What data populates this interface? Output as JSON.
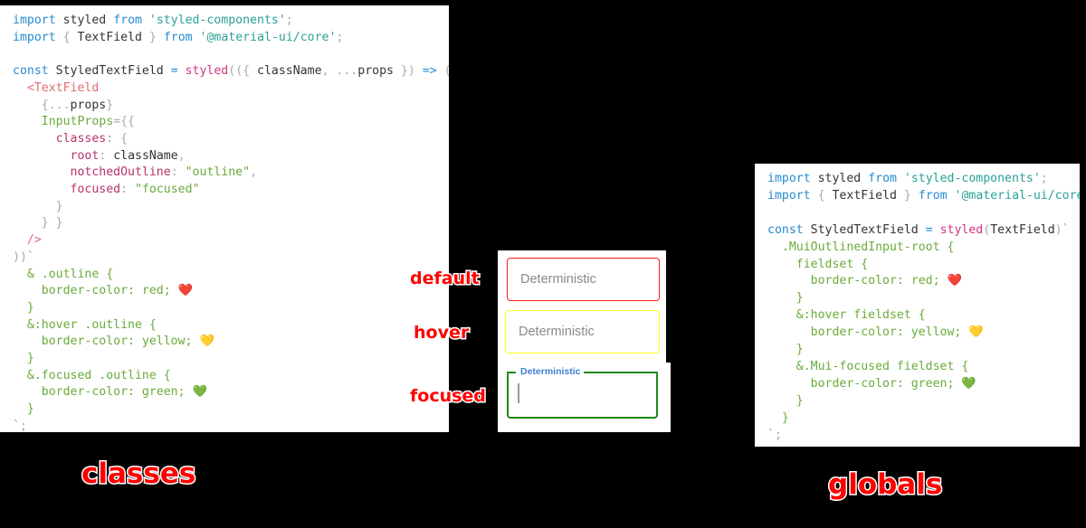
{
  "background_color": "#000000",
  "panels": {
    "classes": {
      "title": "classes",
      "code": "import styled from 'styled-components';\nimport { TextField } from '@material-ui/core';\n\nconst StyledTextField = styled(({ className, ...props }) => (\n  <TextField\n    {...props}\n    InputProps={{\n      classes: {\n        root: className,\n        notchedOutline: \"outline\",\n        focused: \"focused\"\n      }\n    } }\n  />\n))`\n  & .outline {\n    border-color: red; ❤️\n  }\n  &:hover .outline {\n    border-color: yellow; 💛\n  }\n  &.focused .outline {\n    border-color: green; 💚\n  }\n`;"
    },
    "globals": {
      "title": "globals",
      "code": "import styled from 'styled-components';\nimport { TextField } from '@material-ui/core';\n\nconst StyledTextField = styled(TextField)`\n  .MuiOutlinedInput-root {\n    fieldset {\n      border-color: red; ❤️\n    }\n    &:hover fieldset {\n      border-color: yellow; 💛\n    }\n    &.Mui-focused fieldset {\n      border-color: green; 💚\n    }\n  }\n`;"
    }
  },
  "demo": {
    "states": [
      {
        "name": "default",
        "label": "default",
        "field_text": "Deterministic",
        "border_color": "#ff1d1d"
      },
      {
        "name": "hover",
        "label": "hover",
        "field_text": "Deterministic",
        "border_color": "#ffff1a"
      },
      {
        "name": "focused",
        "label": "focused",
        "field_text": "",
        "floating_label": "Deterministic",
        "border_color": "#1a8a1a",
        "label_color": "#3f7fd0"
      }
    ]
  },
  "colors": {
    "red": "#ff0000",
    "label_stroke": "#ffffff",
    "code_background": "#ffffff",
    "keyword": "#268bd2",
    "string": "#2aa198",
    "css_green": "#6aab3c",
    "function_pink": "#d33682"
  }
}
